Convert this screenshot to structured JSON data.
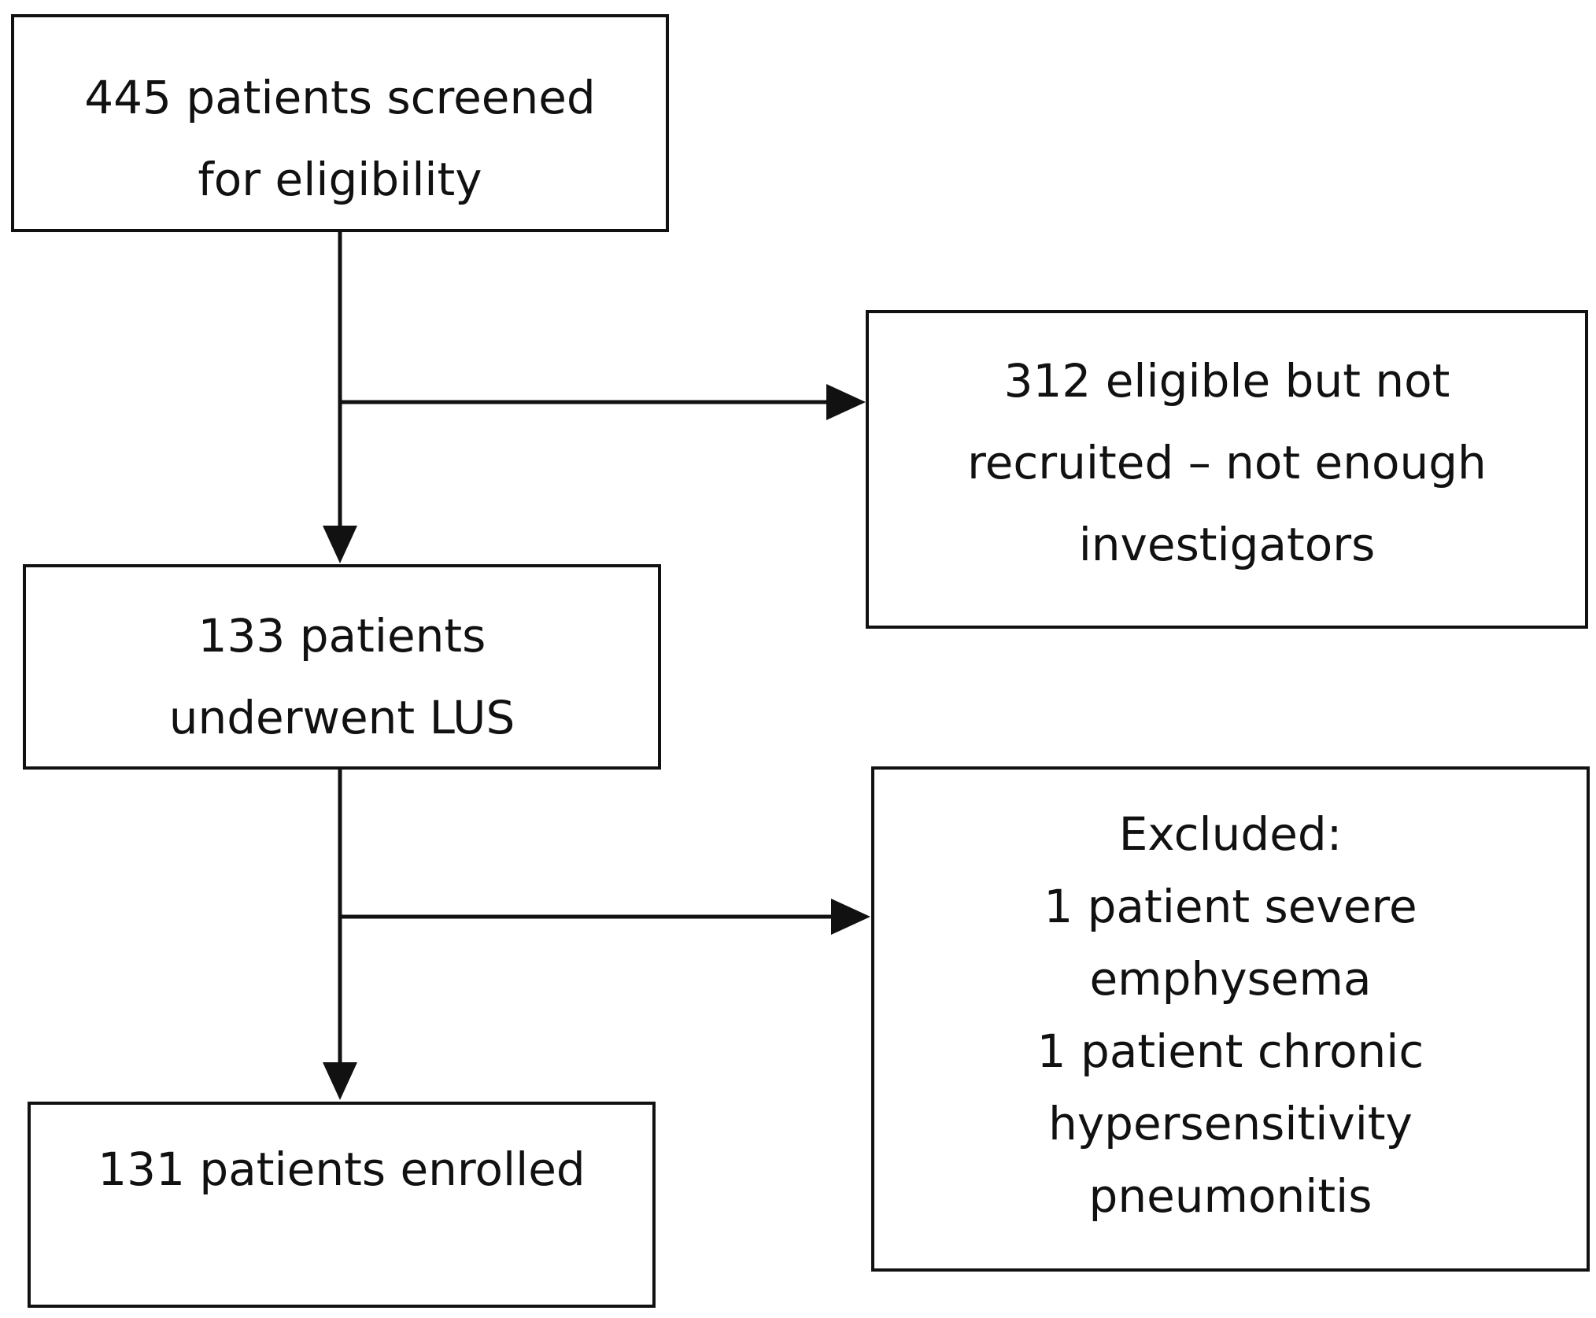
{
  "flowchart": {
    "screened": {
      "lines": [
        "445 patients screened",
        "for eligibility"
      ]
    },
    "not_recruited": {
      "lines": [
        "312 eligible but not",
        "recruited – not enough",
        "investigators"
      ]
    },
    "underwent": {
      "lines": [
        "133 patients",
        "underwent LUS"
      ]
    },
    "excluded": {
      "lines": [
        "Excluded:",
        "1 patient severe",
        "emphysema",
        "1 patient chronic",
        "hypersensitivity",
        "pneumonitis"
      ]
    },
    "enrolled": {
      "lines": [
        "131 patients enrolled"
      ]
    }
  }
}
